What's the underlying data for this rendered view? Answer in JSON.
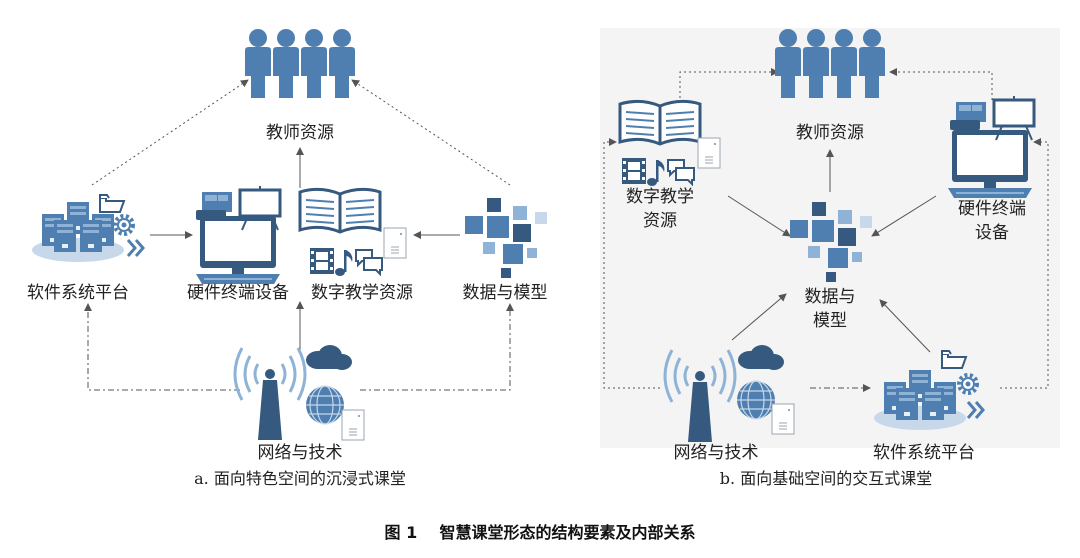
{
  "figure_caption": "图 1    智慧课堂形态的结构要素及内部关系",
  "palette": {
    "icon": "#4f7fb0",
    "icon_light": "#8fb3d6",
    "icon_dark": "#36597f",
    "arrow": "#555555",
    "panel_b_bg": "#f4f4f4"
  },
  "panel_a": {
    "caption": "a. 面向特色空间的沉浸式课堂",
    "teacher": "教师资源",
    "software": "软件系统平台",
    "hardware": "硬件终端设备",
    "digital": "数字教学资源",
    "data_model": "数据与模型",
    "network": "网络与技术"
  },
  "panel_b": {
    "caption": "b. 面向基础空间的交互式课堂",
    "teacher": "教师资源",
    "digital_l1": "数字教学",
    "digital_l2": "资源",
    "hardware_l1": "硬件终端",
    "hardware_l2": "设备",
    "data_l1": "数据与",
    "data_l2": "模型",
    "network": "网络与技术",
    "software": "软件系统平台"
  },
  "icons": [
    "people-icon",
    "server-icon",
    "folder-icon",
    "gear-icon",
    "chevron-icon",
    "monitor-icon",
    "whiteboard-icon",
    "book-icon",
    "film-icon",
    "music-note-icon",
    "chat-icon",
    "document-icon",
    "data-blocks-icon",
    "antenna-icon",
    "cloud-icon",
    "globe-icon"
  ]
}
